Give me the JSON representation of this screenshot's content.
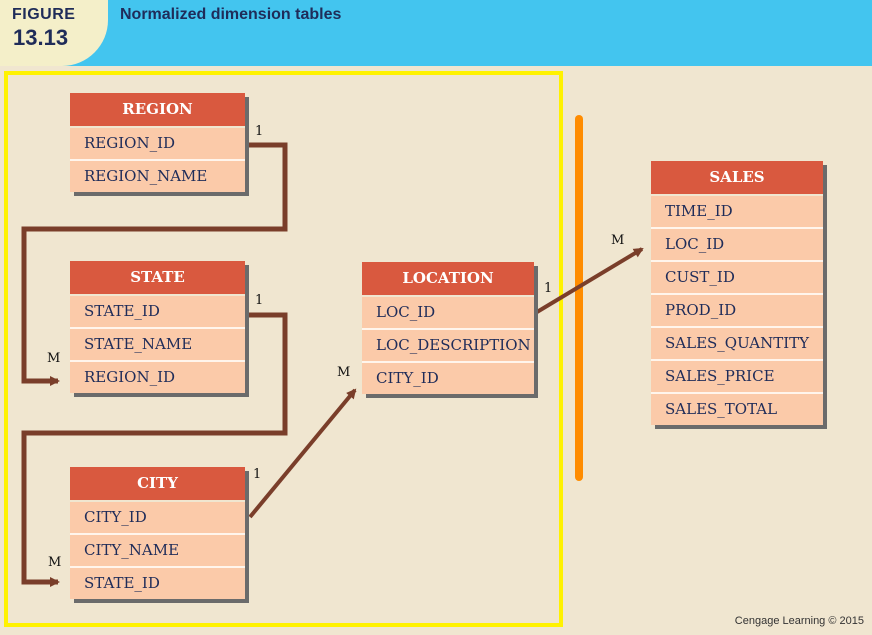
{
  "figure": {
    "label": "FIGURE",
    "number": "13.13",
    "title": "Normalized dimension tables"
  },
  "colors": {
    "header": "#d9593f",
    "row": "#fbcaa9",
    "arrow": "#7a3e2a",
    "group_border": "#fff200",
    "divider": "#ff8c00",
    "banner": "#43c5ef"
  },
  "tables": {
    "region": {
      "name": "REGION",
      "fields": [
        "REGION_ID",
        "REGION_NAME"
      ]
    },
    "state": {
      "name": "STATE",
      "fields": [
        "STATE_ID",
        "STATE_NAME",
        "REGION_ID"
      ]
    },
    "city": {
      "name": "CITY",
      "fields": [
        "CITY_ID",
        "CITY_NAME",
        "STATE_ID"
      ]
    },
    "location": {
      "name": "LOCATION",
      "fields": [
        "LOC_ID",
        "LOC_DESCRIPTION",
        "CITY_ID"
      ]
    },
    "sales": {
      "name": "SALES",
      "fields": [
        "TIME_ID",
        "LOC_ID",
        "CUST_ID",
        "PROD_ID",
        "SALES_QUANTITY",
        "SALES_PRICE",
        "SALES_TOTAL"
      ]
    }
  },
  "relationships": [
    {
      "from": "REGION",
      "to": "STATE",
      "one": "1",
      "many": "M"
    },
    {
      "from": "STATE",
      "to": "CITY",
      "one": "1",
      "many": "M"
    },
    {
      "from": "CITY",
      "to": "LOCATION",
      "one": "1",
      "many": "M"
    },
    {
      "from": "LOCATION",
      "to": "SALES",
      "one": "1",
      "many": "M"
    }
  ],
  "credit": "Cengage Learning © 2015"
}
